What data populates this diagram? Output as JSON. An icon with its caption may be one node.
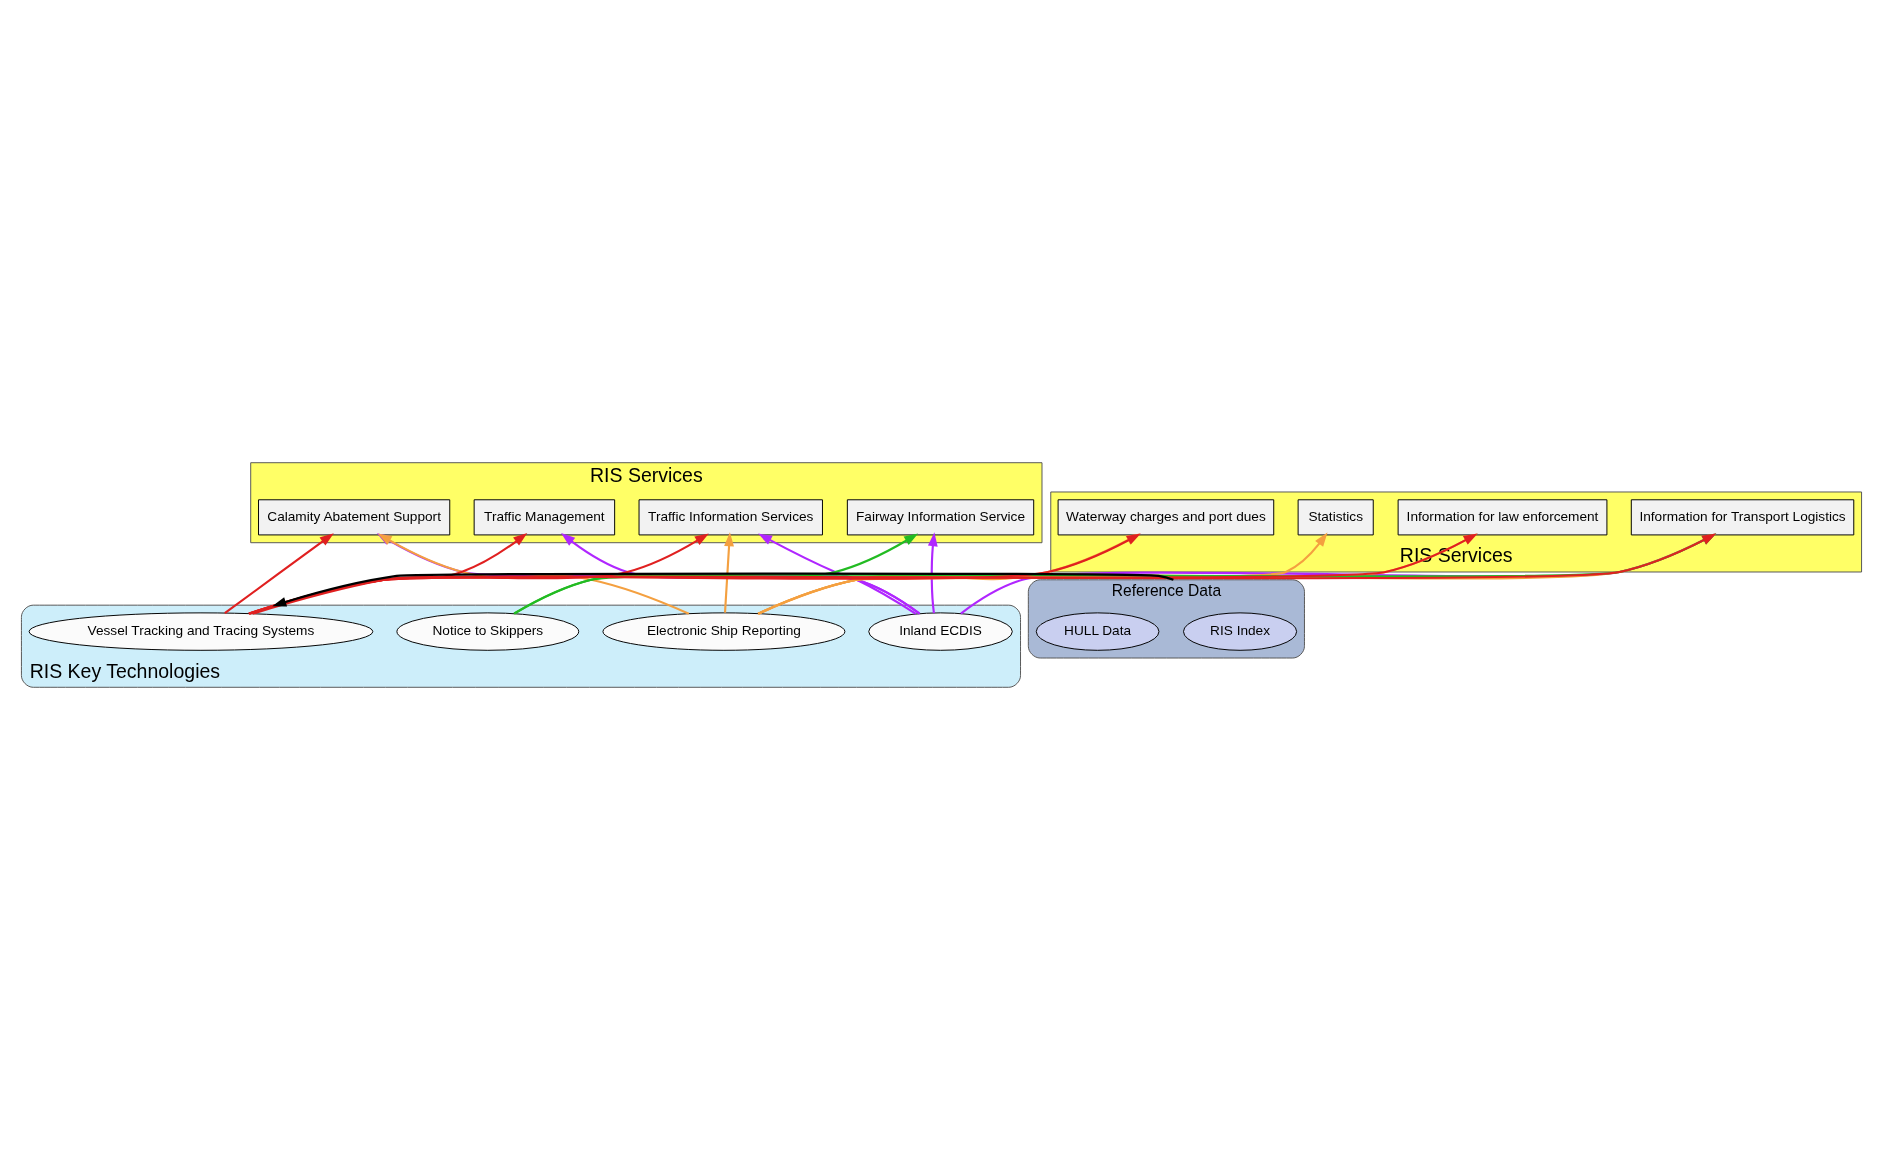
{
  "diagram": {
    "nodes": [
      {
        "text": [
          "RIS Services"
        ]
      },
      {
        "text": [
          "Fairway Information Service"
        ],
        "in": 0
      },
      {
        "text": [
          "Traffic Information Services"
        ],
        "in": 0
      },
      {
        "text": [
          "Traffic Management"
        ],
        "in": 0
      },
      {
        "text": [
          "Calamity Abatement Support"
        ],
        "in": 0
      },
      {
        "text": [
          "RIS Key Technologies"
        ]
      },
      {
        "text": [
          "Inland ECDIS"
        ],
        "in": 5
      },
      {
        "text": [
          "Electronic Ship Reporting"
        ],
        "in": 5
      },
      {
        "text": [
          "Notice to Skippers"
        ],
        "in": 5
      },
      {
        "text": [
          "Vessel Tracking and Tracing Systems"
        ],
        "in": 5
      },
      {
        "text": [
          "Reference Data"
        ]
      },
      {
        "text": [
          "RIS Index"
        ],
        "in": 10
      },
      {
        "text": [
          "HULL Data"
        ],
        "in": 10
      },
      {
        "text": [
          "RIS Services"
        ]
      },
      {
        "text": [
          "Information for Transport Logistics"
        ],
        "in": 13
      },
      {
        "text": [
          "Information for law enforcement"
        ],
        "in": 13
      },
      {
        "text": [
          "Statistics"
        ],
        "in": 13
      },
      {
        "text": [
          "Waterway charges and port dues"
        ],
        "in": 13
      }
    ],
    "edges": [
      {
        "from": 6,
        "to": 1,
        "arrow": "to",
        "color": "#b026ff"
      },
      {
        "from": 6,
        "to": 2,
        "arrow": "to",
        "color": "#b026ff"
      },
      {
        "from": 6,
        "to": 3,
        "arrow": "to",
        "color": "#b026ff"
      },
      {
        "from": 6,
        "to": 4,
        "arrow": "to",
        "color": "#b026ff"
      },
      {
        "from": 6,
        "to": 14,
        "arrow": "to",
        "color": "#b026ff"
      },
      {
        "from": 7,
        "to": 2,
        "arrow": "to",
        "color": "#f4a040"
      },
      {
        "from": 7,
        "to": 4,
        "arrow": "to",
        "color": "#f4a040"
      },
      {
        "from": 7,
        "to": 14,
        "arrow": "to",
        "color": "#f4a040"
      },
      {
        "from": 7,
        "to": 15,
        "arrow": "to",
        "color": "#f4a040"
      },
      {
        "from": 7,
        "to": 16,
        "arrow": "to",
        "color": "#f4a040"
      },
      {
        "from": 7,
        "to": 17,
        "arrow": "to",
        "color": "#f4a040"
      },
      {
        "from": 8,
        "to": 1,
        "arrow": "to",
        "color": "#22bb22"
      },
      {
        "from": 8,
        "to": 14,
        "arrow": "to",
        "color": "#22bb22"
      },
      {
        "from": 9,
        "to": 2,
        "arrow": "to",
        "color": "#e02020"
      },
      {
        "from": 9,
        "to": 3,
        "arrow": "to",
        "color": "#e02020"
      },
      {
        "from": 9,
        "to": 4,
        "arrow": "to",
        "color": "#e02020"
      },
      {
        "from": 9,
        "to": 14,
        "arrow": "to",
        "color": "#e02020"
      },
      {
        "from": 9,
        "to": 15,
        "arrow": "to",
        "color": "#e02020"
      },
      {
        "from": 9,
        "to": 17,
        "arrow": "to",
        "color": "#e02020"
      },
      {
        "from": 10,
        "to": 5,
        "arrow": "to",
        "color": "#000000"
      }
    ]
  }
}
